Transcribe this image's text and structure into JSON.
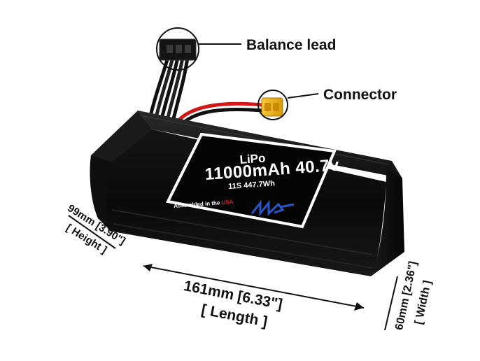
{
  "callouts": {
    "balance_lead": "Balance lead",
    "connector": "Connector"
  },
  "label": {
    "chemistry": "LiPo",
    "capacity_voltage": "11000mAh 40.7v",
    "cells_energy": "11S 447.7Wh",
    "assembled_prefix": "Assembled in the ",
    "assembled_country": "USA",
    "logo": "MaxAmps"
  },
  "dimensions": {
    "length": "161mm [6.33\"]",
    "length_label": "[ Length ]",
    "height": "99mm [3.90\"]",
    "height_label": "[ Height ]",
    "width": "60mm [2.36\"]",
    "width_label": "[ Width ]"
  },
  "colors": {
    "battery": "#0b0b0b",
    "panel_border": "#ffffff",
    "connector": "#f2b511",
    "red_wire": "#d01818",
    "logo_blue": "#2a55c8"
  }
}
